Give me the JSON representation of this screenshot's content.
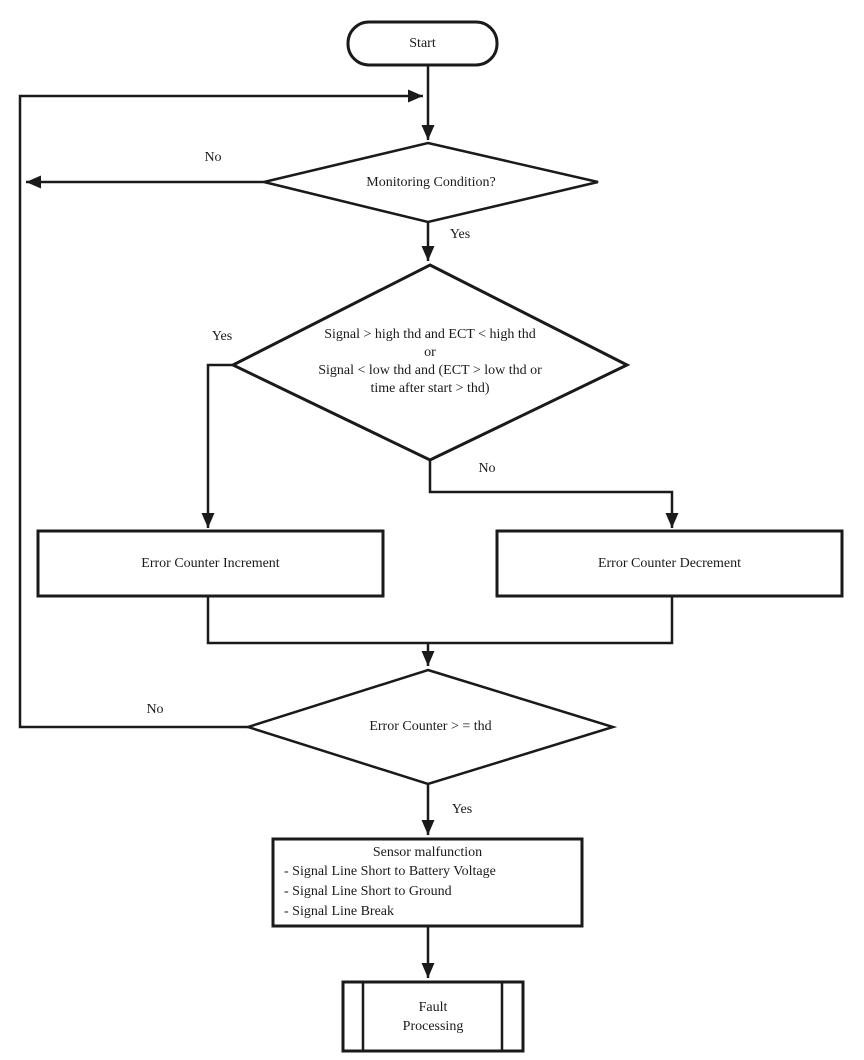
{
  "diagram": {
    "background_color": "#ffffff",
    "line_color": "#1a1a1a",
    "nodes": {
      "start": {
        "label": "Start"
      },
      "monitoring": {
        "label": "Monitoring Condition?",
        "no_label": "No",
        "yes_label": "Yes"
      },
      "signal_check": {
        "label": "Signal > high thd and ECT < high thd\nor\nSignal < low thd and (ECT > low thd or\ntime after start > thd)",
        "yes_label": "Yes",
        "no_label": "No"
      },
      "increment": {
        "label": "Error Counter Increment"
      },
      "decrement": {
        "label": "Error Counter Decrement"
      },
      "threshold": {
        "label": "Error Counter > = thd",
        "no_label": "No",
        "yes_label": "Yes"
      },
      "malfunction": {
        "title": "Sensor malfunction",
        "items": [
          "- Signal Line Short to Battery Voltage",
          "- Signal Line Short to Ground",
          "- Signal Line Break"
        ]
      },
      "fault": {
        "label": "Fault\nProcessing"
      }
    }
  }
}
